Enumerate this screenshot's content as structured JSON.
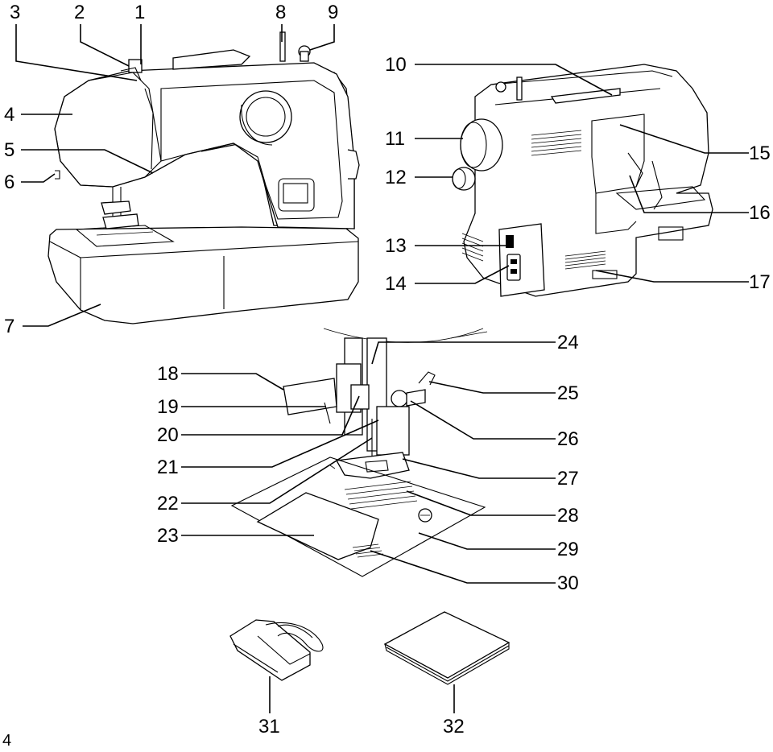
{
  "labels": [
    "1",
    "2",
    "3",
    "4",
    "5",
    "6",
    "7",
    "8",
    "9",
    "10",
    "11",
    "12",
    "13",
    "14",
    "15",
    "16",
    "17",
    "18",
    "19",
    "20",
    "21",
    "22",
    "23",
    "24",
    "25",
    "26",
    "27",
    "28",
    "29",
    "30",
    "31",
    "32"
  ],
  "page_number": "4"
}
